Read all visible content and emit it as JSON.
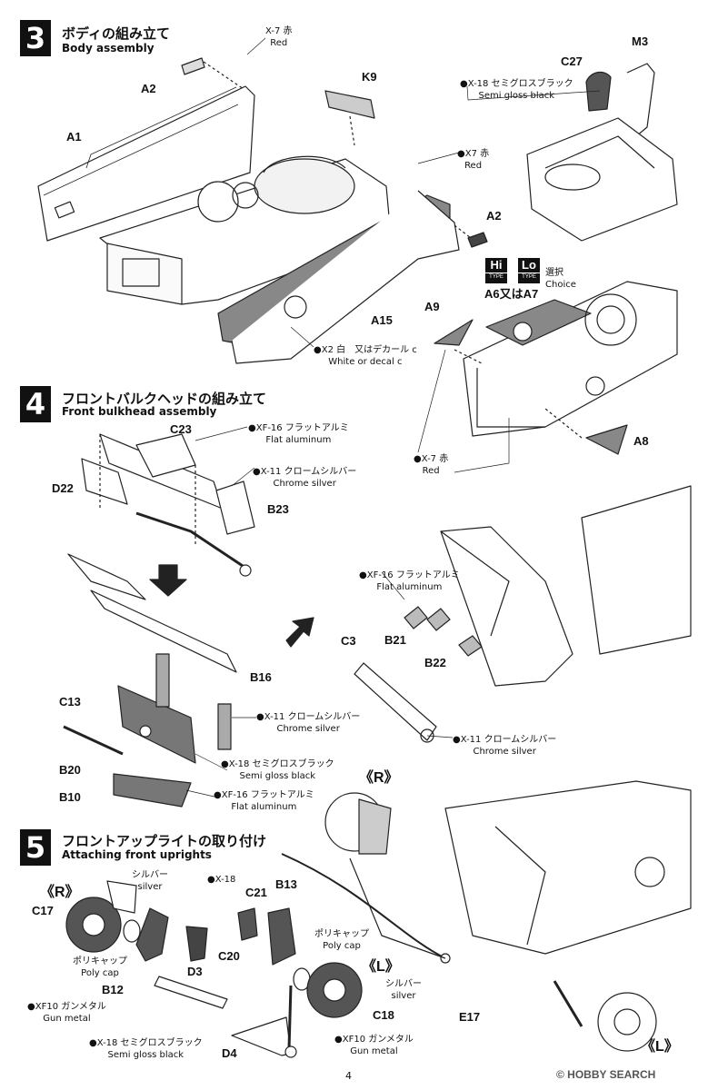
{
  "steps": {
    "s3": {
      "num": "3",
      "jp": "ボディの組み立て",
      "en": "Body assembly"
    },
    "s4": {
      "num": "4",
      "jp": "フロントバルクヘッドの組み立て",
      "en": "Front bulkhead assembly"
    },
    "s5": {
      "num": "5",
      "jp": "フロントアップライトの取り付け",
      "en": "Attaching front uprights"
    }
  },
  "parts": {
    "a2_top": "A2",
    "a1": "A1",
    "k9": "K9",
    "c27": "C27",
    "m3": "M3",
    "a2_right": "A2",
    "a15": "A15",
    "a9": "A9",
    "a6a7": "A6又はA7",
    "a8": "A8",
    "c23": "C23",
    "d22": "D22",
    "b23": "B23",
    "b16": "B16",
    "c13": "C13",
    "b20": "B20",
    "b10": "B10",
    "c3": "C3",
    "b21": "B21",
    "b22": "B22",
    "r_top": "《R》",
    "e17": "E17",
    "l_bottom": "《L》",
    "r5": "《R》",
    "c17": "C17",
    "c21": "C21",
    "b13": "B13",
    "c20": "C20",
    "d3": "D3",
    "b12": "B12",
    "l5": "《L》",
    "c18": "C18",
    "d4": "D4"
  },
  "notes": {
    "x7_top": {
      "jp": "X-7 赤",
      "en": "Red"
    },
    "x18_c27": {
      "jp": "●X-18 セミグロスブラック",
      "en": "Semi gloss black"
    },
    "x7_mid": {
      "jp": "●X7 赤",
      "en": "Red"
    },
    "x2": {
      "jp": "●X2 白　又はデカール c",
      "en": "White or decal c"
    },
    "choice": {
      "jp": "選択",
      "en": "Choice"
    },
    "x7_bottom": {
      "jp": "●X-7 赤",
      "en": "Red"
    },
    "xf16_c23": {
      "jp": "●XF-16 フラットアルミ",
      "en": "Flat aluminum"
    },
    "x11_b23": {
      "jp": "●X-11 クロームシルバー",
      "en": "Chrome silver"
    },
    "x11_b16": {
      "jp": "●X-11 クロームシルバー",
      "en": "Chrome silver"
    },
    "x18_c13": {
      "jp": "●X-18 セミグロスブラック",
      "en": "Semi gloss black"
    },
    "xf16_b10": {
      "jp": "●XF-16 フラットアルミ",
      "en": "Flat aluminum"
    },
    "xf16_b21": {
      "jp": "●XF-16 フラットアルミ",
      "en": "Flat aluminum"
    },
    "x11_c3": {
      "jp": "●X-11 クロームシルバー",
      "en": "Chrome silver"
    },
    "silver_r": {
      "jp": "シルバー",
      "en": "silver"
    },
    "x18_c20": {
      "jp": "●X-18",
      "en": ""
    },
    "polycap_l": {
      "jp": "ポリキャップ",
      "en": "Poly cap"
    },
    "polycap_r": {
      "jp": "ポリキャップ",
      "en": "Poly cap"
    },
    "silver_l": {
      "jp": "シルバー",
      "en": "silver"
    },
    "xf10_c17": {
      "jp": "●XF10 ガンメタル",
      "en": "Gun metal"
    },
    "x18_b12": {
      "jp": "●X-18 セミグロスブラック",
      "en": "Semi gloss black"
    },
    "xf10_c18": {
      "jp": "●XF10 ガンメタル",
      "en": "Gun metal"
    }
  },
  "badges": {
    "hi": {
      "t": "Hi",
      "s": "TYPE"
    },
    "lo": {
      "t": "Lo",
      "s": "TYPE"
    }
  },
  "footer": {
    "page": "4",
    "watermark": "© HOBBY SEARCH"
  }
}
